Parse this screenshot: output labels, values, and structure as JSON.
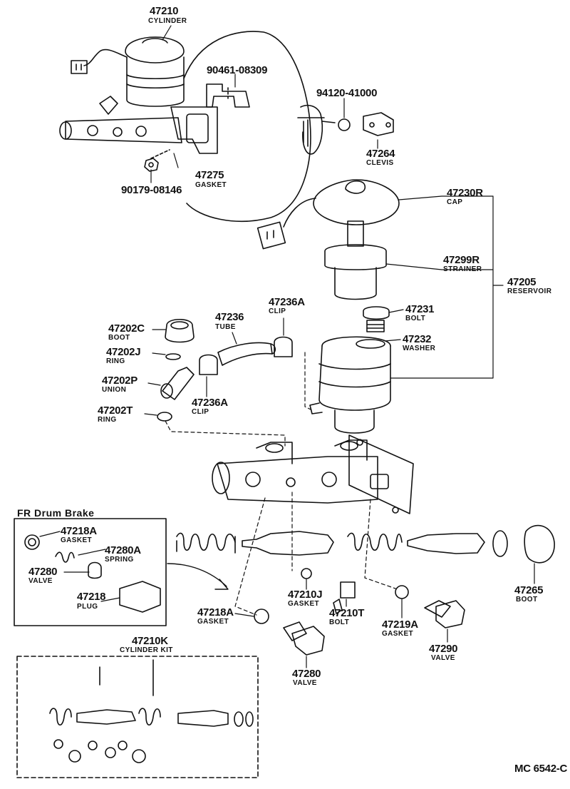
{
  "labels": {
    "p47210_num": "47210",
    "p47210_name": "CYLINDER",
    "p90461_num": "90461-08309",
    "p94120_num": "94120-41000",
    "p47264_num": "47264",
    "p47264_name": "CLEVIS",
    "p47275_num": "47275",
    "p47275_name": "GASKET",
    "p90179_num": "90179-08146",
    "p47230R_num": "47230R",
    "p47230R_name": "CAP",
    "p47299R_num": "47299R",
    "p47299R_name": "STRAINER",
    "p47205_num": "47205",
    "p47205_name": "RESERVOIR",
    "p47231_num": "47231",
    "p47231_name": "BOLT",
    "p47232_num": "47232",
    "p47232_name": "WASHER",
    "p47236A_top_num": "47236A",
    "p47236A_top_name": "CLIP",
    "p47236_num": "47236",
    "p47236_name": "TUBE",
    "p47202C_num": "47202C",
    "p47202C_name": "BOOT",
    "p47202J_num": "47202J",
    "p47202J_name": "RING",
    "p47202P_num": "47202P",
    "p47202P_name": "UNION",
    "p47236A_bot_num": "47236A",
    "p47236A_bot_name": "CLIP",
    "p47202T_num": "47202T",
    "p47202T_name": "RING",
    "fr_heading": "FR  Drum  Brake",
    "fr_47218A_num": "47218A",
    "fr_47218A_name": "GASKET",
    "fr_47280A_num": "47280A",
    "fr_47280A_name": "SPRING",
    "fr_47280_num": "47280",
    "fr_47280_name": "VALVE",
    "fr_47218_num": "47218",
    "fr_47218_name": "PLUG",
    "p47210J_num": "47210J",
    "p47210J_name": "GASKET",
    "p47210T_num": "47210T",
    "p47210T_name": "BOLT",
    "p47219A_num": "47219A",
    "p47219A_name": "GASKET",
    "p47290_num": "47290",
    "p47290_name": "VALVE",
    "p47265_num": "47265",
    "p47265_name": "BOOT",
    "p47218A_num": "47218A",
    "p47218A_name": "GASKET",
    "p47280_num": "47280",
    "p47280_name": "VALVE",
    "kit_num": "47210K",
    "kit_name": "CYLINDER KIT",
    "ref_code": "MC  6542-C"
  }
}
